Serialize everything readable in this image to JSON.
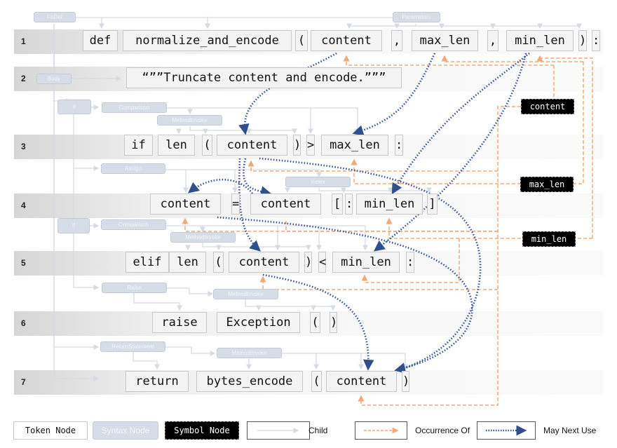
{
  "lines": [
    {
      "number": "1",
      "tokens": [
        "def",
        "normalize_and_encode",
        "(",
        "content",
        ",",
        "max_len",
        ",",
        "min_len",
        ")",
        ":"
      ]
    },
    {
      "number": "2",
      "tokens": [
        "“””Truncate content and encode.”””"
      ]
    },
    {
      "number": "3",
      "tokens": [
        "if",
        "len",
        "(",
        "content",
        ")",
        ">",
        "max_len",
        ":"
      ]
    },
    {
      "number": "4",
      "tokens": [
        "content",
        "=",
        "content",
        "[",
        ":",
        "min_len",
        "]"
      ]
    },
    {
      "number": "5",
      "tokens": [
        "elif",
        "len",
        "(",
        "content",
        ")",
        "<",
        "min_len",
        ":"
      ]
    },
    {
      "number": "6",
      "tokens": [
        "raise",
        "Exception",
        "(",
        ")"
      ]
    },
    {
      "number": "7",
      "tokens": [
        "return",
        "bytes_encode",
        "(",
        "content",
        ")"
      ]
    }
  ],
  "syntax_nodes": {
    "fndef": "FnDef",
    "parameters": "Parameters",
    "body": "Body",
    "if1": "if",
    "comparison1": "Comparison",
    "methodinvoke1": "MethodInvoke",
    "assign": "Assign",
    "index": "Index",
    "if2": "if",
    "comparison2": "Comparison",
    "methodinvoke2": "MethodInvoke",
    "raise": "Raise",
    "methodinvoke3": "MethodInvoke",
    "returnstatement": "ReturnStatement",
    "methodinvoke4": "MethodInvoke"
  },
  "symbol_nodes": [
    "content",
    "max_len",
    "min_len"
  ],
  "legend": {
    "token_node": "Token Node",
    "syntax_node": "Syntax Node",
    "symbol_node": "Symbol Node",
    "child": "Child",
    "occurrence_of": "Occurrence Of",
    "may_next_use": "May Next Use"
  },
  "colors": {
    "child_edge": "#d5dbe4",
    "occurrence_edge": "#f4a877",
    "next_use_edge": "#2f4f8f",
    "syntax_node_fill": "#d7dde6",
    "symbol_node_fill": "#000000"
  }
}
